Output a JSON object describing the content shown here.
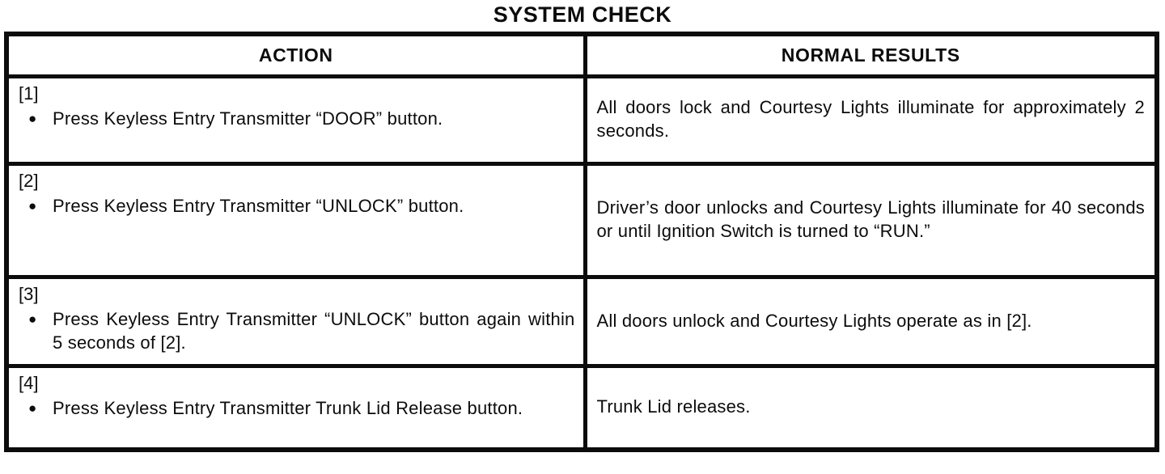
{
  "title": "SYSTEM CHECK",
  "icons": {
    "bullet": "●"
  },
  "table": {
    "headers": [
      "ACTION",
      "NORMAL RESULTS"
    ],
    "rows": [
      {
        "ref": "[1]",
        "action": "Press Keyless Entry Transmitter “DOOR” button.",
        "result": "All doors lock and Courtesy Lights illuminate for approximately 2 seconds."
      },
      {
        "ref": "[2]",
        "action": "Press Keyless Entry Transmitter “UNLOCK” button.",
        "result": "Driver’s door unlocks and Courtesy Lights illuminate for 40 seconds or until Ignition Switch is turned to “RUN.”"
      },
      {
        "ref": "[3]",
        "action": "Press Keyless Entry Transmitter “UNLOCK” button again within 5 seconds of [2].",
        "result": "All doors unlock and Courtesy Lights operate as in [2]."
      },
      {
        "ref": "[4]",
        "action": "Press Keyless Entry Transmitter Trunk Lid Release button.",
        "result": "Trunk Lid releases."
      }
    ]
  },
  "colors": {
    "ink": "#0c0c0c",
    "paper": "#ffffff"
  }
}
